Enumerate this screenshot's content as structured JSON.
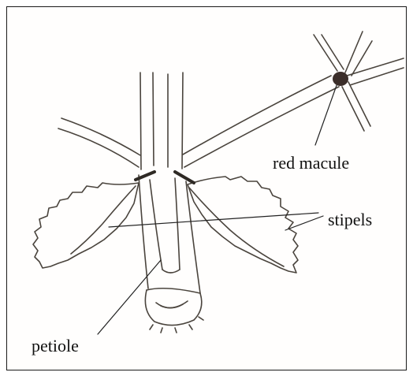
{
  "labels": {
    "red_macule": "red macule",
    "stipels": "stipels",
    "petiole": "petiole"
  },
  "colors": {
    "ink": "#3a3530",
    "macule": "#3b2e2a",
    "paper": "#fffefd"
  }
}
